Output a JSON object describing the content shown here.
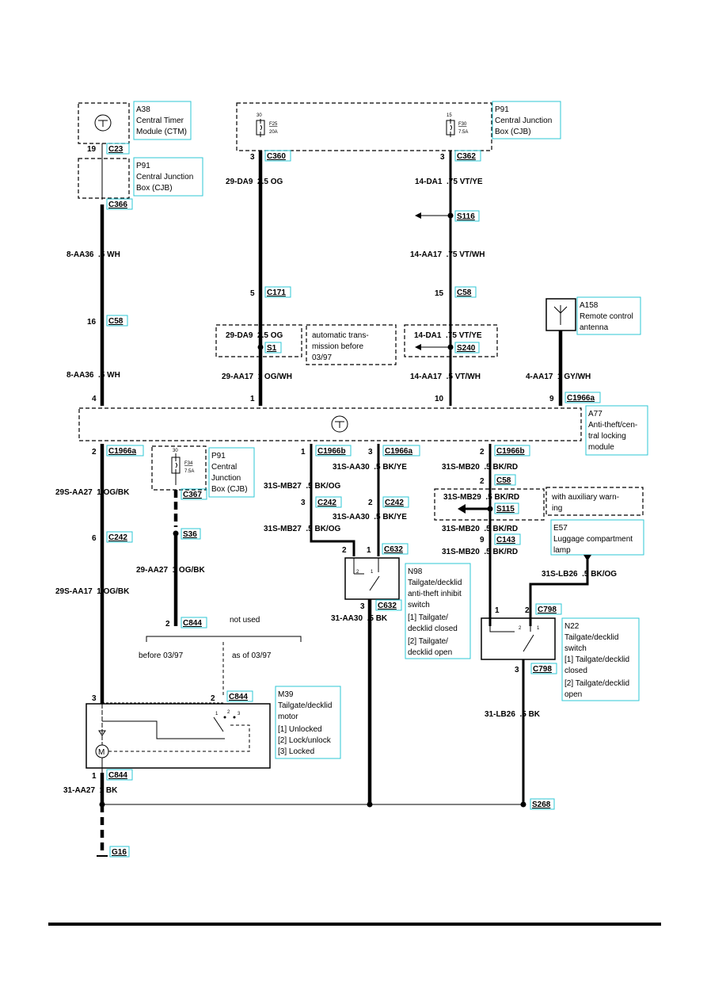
{
  "components": {
    "a38": {
      "label": [
        "A38",
        "Central Timer",
        "Module (CTM)"
      ]
    },
    "p91_top": {
      "label": [
        "P91",
        "Central Junction",
        "Box (CJB)"
      ],
      "fuse_f25": [
        "30",
        "F25",
        "20A"
      ],
      "fuse_f30": [
        "15",
        "F30",
        "7.5A"
      ]
    },
    "p91_left": {
      "label": [
        "P91",
        "Central Junction",
        "Box (CJB)"
      ]
    },
    "p91_mid": {
      "label": [
        "P91",
        "Central",
        "Junction",
        "Box (CJB)"
      ],
      "fuse_f34": [
        "30",
        "F34",
        "7.5A"
      ]
    },
    "a158": {
      "label": [
        "A158",
        "Remote control",
        "antenna"
      ]
    },
    "a77": {
      "label": [
        "A77",
        "Anti-theft/cen-",
        "tral locking",
        "module"
      ]
    },
    "n98": {
      "label": [
        "N98",
        "Tailgate/decklid",
        "anti-theft inhibit",
        "switch",
        "[1] Tailgate/",
        "decklid closed",
        "[2] Tailgate/",
        "decklid open"
      ],
      "contacts": [
        "2",
        "1"
      ]
    },
    "e57": {
      "label": [
        "E57",
        "Luggage compartment",
        "lamp"
      ]
    },
    "n22": {
      "label": [
        "N22",
        "Tailgate/decklid",
        "switch",
        "[1] Tailgate/decklid",
        "closed",
        "[2] Tailgate/decklid",
        "open"
      ],
      "contacts": [
        "2",
        "1"
      ]
    },
    "m39": {
      "label": [
        "M39",
        "Tailgate/decklid",
        "motor",
        "[1] Unlocked",
        "[2] Lock/unlock",
        "[3] Locked"
      ],
      "contacts": [
        "1",
        "2",
        "3"
      ],
      "motor_symbol": "M"
    }
  },
  "notes": {
    "auto_trans": [
      "automatic trans-",
      "mission before",
      "03/97"
    ],
    "aux_warning": [
      "with auxiliary warn-",
      "ing"
    ],
    "not_used": "not used",
    "before": "before 03/97",
    "as_of": "as of 03/97"
  },
  "connectors": {
    "c23": {
      "pin": "19",
      "name": "C23"
    },
    "c366": {
      "name": "C366"
    },
    "c58_left": {
      "pin": "16",
      "name": "C58"
    },
    "c360": {
      "pin": "3",
      "name": "C360"
    },
    "c171": {
      "pin": "5",
      "name": "C171"
    },
    "s1": {
      "name": "S1"
    },
    "c362": {
      "pin": "3",
      "name": "C362"
    },
    "s116": {
      "name": "S116"
    },
    "c58_right": {
      "pin": "15",
      "name": "C58"
    },
    "s240": {
      "name": "S240"
    },
    "c1966a_top": {
      "pin": "9",
      "name": "C1966a"
    },
    "a77_pins_top": [
      "4",
      "1",
      "10"
    ],
    "c1966a_left": {
      "pin": "2",
      "name": "C1966a"
    },
    "c367": {
      "name": "C367"
    },
    "s36": {
      "name": "S36"
    },
    "c844_upper": {
      "pin": "2",
      "name": "C844"
    },
    "c242_left": {
      "pin": "6",
      "name": "C242"
    },
    "c1966b_mid": {
      "pin": "1",
      "name": "C1966b"
    },
    "c1966a_mid": {
      "pin": "3",
      "name": "C1966a"
    },
    "c242_a": {
      "pin": "3",
      "name": "C242"
    },
    "c242_b": {
      "pin": "2",
      "name": "C242"
    },
    "c632_top": {
      "pins": [
        "2",
        "1"
      ],
      "name": "C632"
    },
    "c632_bottom": {
      "pin": "3",
      "name": "C632"
    },
    "c1966b_right": {
      "pin": "2",
      "name": "C1966b"
    },
    "c58_mid": {
      "pin": "2",
      "name": "C58"
    },
    "s115": {
      "name": "S115"
    },
    "c143": {
      "pin": "9",
      "name": "C143"
    },
    "c798_top": {
      "pins": [
        "1",
        "2"
      ],
      "name": "C798"
    },
    "c798_bottom": {
      "pin": "3",
      "name": "C798"
    },
    "c844_m39_in": {
      "pins": [
        "3",
        "2"
      ],
      "name": "C844"
    },
    "c844_m39_out": {
      "pin": "1",
      "name": "C844"
    },
    "s268": {
      "name": "S268"
    },
    "g16": {
      "name": "G16"
    }
  },
  "wires": {
    "w1": "8-AA36  .5 WH",
    "w2": "8-AA36  .5 WH",
    "w3": "29-DA9  2.5 OG",
    "w4": "29-DA9  2.5 OG",
    "w5": "29-AA17  1 OG/WH",
    "w6": "14-DA1  .75 VT/YE",
    "w7": "14-AA17  .75 VT/WH",
    "w8": "14-DA1  .75 VT/YE",
    "w9": "14-AA17  .5 VT/WH",
    "w10": "4-AA17  1 GY/WH",
    "w11": "29S-AA27  1 OG/BK",
    "w12": "29S-AA17  1 OG/BK",
    "w13": "29-AA27  1 OG/BK",
    "w14": "31S-MB27  .5 BK/OG",
    "w15": "31S-MB27  .5 BK/OG",
    "w16": "31S-AA30  .5 BK/YE",
    "w17": "31S-AA30  .5 BK/YE",
    "w18": "31-AA30  .5 BK",
    "w19": "31S-MB20  .5 BK/RD",
    "w20": "31S-MB29  .5 BK/RD",
    "w21": "31S-MB20  .5 BK/RD",
    "w22": "31S-MB20  .5 BK/RD",
    "w23": "31S-LB26  .5 BK/OG",
    "w24": "31-LB26  .5 BK",
    "w25": "31-AA27  1 BK"
  }
}
